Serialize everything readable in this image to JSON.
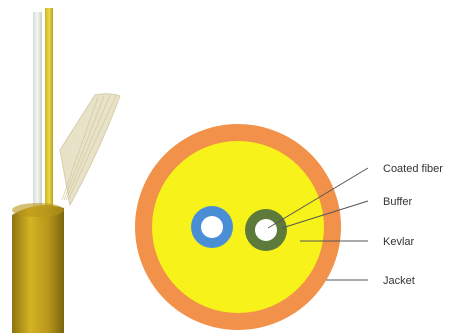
{
  "labels": {
    "coated_fiber": "Coated fiber",
    "buffer": "Buffer",
    "kevlar": "Kevlar",
    "jacket": "Jacket"
  },
  "colors": {
    "jacket": "#F2914A",
    "kevlar": "#F6F21A",
    "cable_outer": "#C8A81E",
    "buffer_blue": "#4A8FD6",
    "buffer_green": "#5E7A3A",
    "fiber_white": "#FFFFFF",
    "leader_line": "#555555"
  }
}
